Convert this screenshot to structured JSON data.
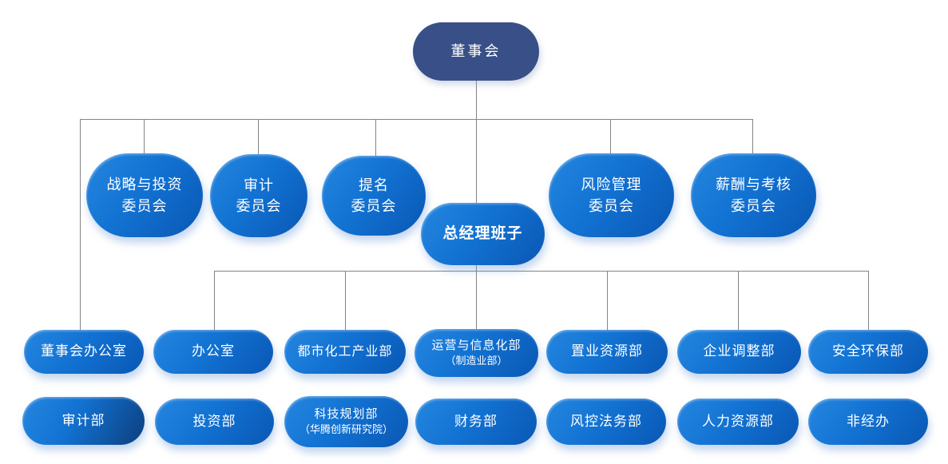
{
  "colors": {
    "board_fill": "#385087",
    "node_grad_light": "#2586e0",
    "node_grad_mid": "#1272d2",
    "node_grad_dark": "#0a57b4",
    "audit_dept_dark": "#0d3f7e",
    "connector": "#848484",
    "node_text": "#ffffff"
  },
  "org": {
    "board": {
      "label": "董事会"
    },
    "committees": {
      "strategy_investment": {
        "line1": "战略与投资",
        "line2": "委员会"
      },
      "audit": {
        "line1": "审计",
        "line2": "委员会"
      },
      "nomination": {
        "line1": "提名",
        "line2": "委员会"
      },
      "risk_management": {
        "line1": "风险管理",
        "line2": "委员会"
      },
      "compensation_assessment": {
        "line1": "薪酬与考核",
        "line2": "委员会"
      }
    },
    "gm_team": {
      "label": "总经理班子"
    },
    "departments_row1": {
      "board_office": {
        "label": "董事会办公室"
      },
      "office": {
        "label": "办公室"
      },
      "urban_chemical": {
        "label": "都市化工产业部"
      },
      "operations_info": {
        "label": "运营与信息化部",
        "sublabel": "（制造业部）"
      },
      "realty_resources": {
        "label": "置业资源部"
      },
      "enterprise_adjustment": {
        "label": "企业调整部"
      },
      "safety_environment": {
        "label": "安全环保部"
      }
    },
    "departments_row2": {
      "audit_dept": {
        "label": "审计部"
      },
      "investment": {
        "label": "投资部"
      },
      "tech_planning": {
        "label": "科技规划部",
        "sublabel": "（华腾创新研究院）"
      },
      "finance": {
        "label": "财务部"
      },
      "risk_legal": {
        "label": "风控法务部"
      },
      "human_resources": {
        "label": "人力资源部"
      },
      "non_operating": {
        "label": "非经办"
      }
    }
  }
}
